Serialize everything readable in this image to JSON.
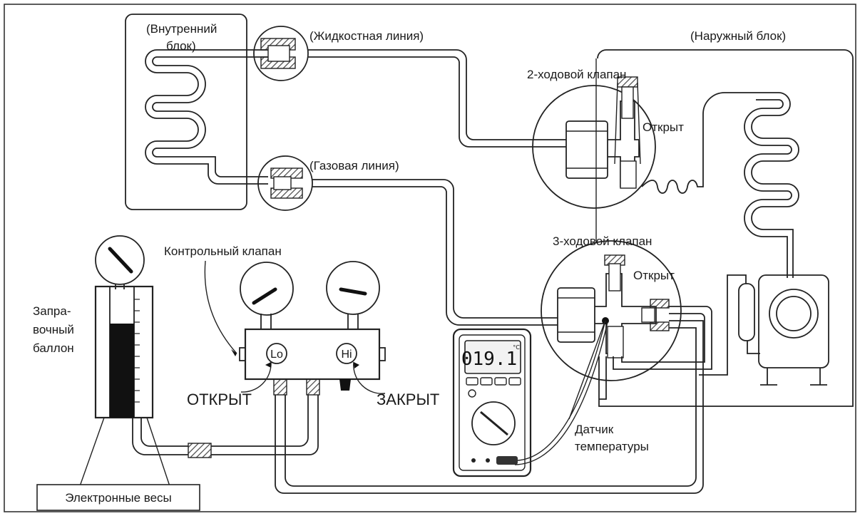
{
  "labels": {
    "indoor_unit": [
      "(Внутренний",
      "блок)"
    ],
    "liquid_line": "(Жидкостная линия)",
    "gas_line": "(Газовая линия)",
    "outdoor_unit": "(Наружный блок)",
    "valve_2way": "2-ходовой клапан",
    "valve_3way": "3-ходовой клапан",
    "open_2way": "Открыт",
    "open_3way": "Открыт",
    "control_valve": "Контрольный клапан",
    "charging_cylinder": [
      "Запра-",
      "вочный",
      "баллон"
    ],
    "open_big": "ОТКРЫТ",
    "closed_big": "ЗАКРЫТ",
    "temp_sensor": [
      "Датчик",
      "температуры"
    ],
    "scale": "Электронные весы"
  },
  "manifold": {
    "lo": "Lo",
    "hi": "Hi"
  },
  "multimeter": {
    "reading": "019.1",
    "unit": "°C"
  },
  "colors": {
    "line": "#222222",
    "fill_dark": "#111111",
    "hatch": "#444444",
    "lcd_bg": "#f2f2f2",
    "body_bg": "#ffffff"
  }
}
